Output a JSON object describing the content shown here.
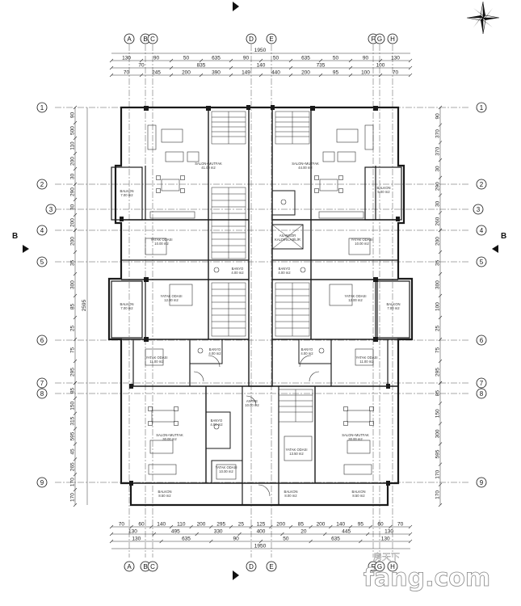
{
  "colors": {
    "wall": "#1a1a1a",
    "axis": "#444444",
    "watermark": "#ffffff"
  },
  "icons": {
    "compass": "north-arrow-star-icon"
  },
  "columns": [
    "A",
    "B",
    "C",
    "D",
    "E",
    "F",
    "G",
    "H"
  ],
  "rows": [
    "1",
    "2",
    "3",
    "4",
    "5",
    "6",
    "7",
    "8",
    "9"
  ],
  "section_mark": "B",
  "dims": {
    "top": {
      "total": "1950",
      "row1": [
        "130",
        "90",
        "50",
        "635",
        "90",
        "50",
        "635",
        "50",
        "90",
        "130"
      ],
      "row2": [
        "70",
        "835",
        "140",
        "735",
        "100"
      ],
      "row3": [
        "70",
        "245",
        "200",
        "390",
        "149",
        "440",
        "200",
        "95",
        "100",
        "70"
      ]
    },
    "bottom": {
      "row1": [
        "70",
        "60",
        "140",
        "110",
        "200",
        "295",
        "25",
        "125",
        "200",
        "85",
        "200",
        "140",
        "95",
        "60",
        "70"
      ],
      "row2": [
        "130",
        "495",
        "330",
        "400",
        "20",
        "445",
        "130"
      ],
      "row3": [
        "130",
        "635",
        "90",
        "50",
        "635",
        "130"
      ],
      "total": "1950"
    },
    "left": {
      "total": "2595",
      "top": [
        "90",
        "500",
        "110",
        "200",
        "30",
        "290",
        "30",
        "200"
      ],
      "mid": [
        "200",
        "35",
        "300",
        "85",
        "25",
        "75",
        "295"
      ],
      "low": [
        "85",
        "150",
        "315",
        "595",
        "45",
        "265",
        "170",
        "170"
      ]
    },
    "right": {
      "top": [
        "90",
        "370",
        "370",
        "30",
        "290",
        "30",
        "260"
      ],
      "mid": [
        "200",
        "35",
        "300",
        "100",
        "25",
        "75",
        "295"
      ],
      "low": [
        "85",
        "150",
        "300",
        "595",
        "170",
        "170"
      ]
    }
  },
  "rooms": {
    "salon_mutfak_nw": {
      "name": "SALON+MUTFAK",
      "area": "41.00 m2"
    },
    "salon_mutfak_ne": {
      "name": "SALON+MUTFAK",
      "area": "44.00 m2"
    },
    "balkon_w1": {
      "name": "BALKON",
      "area": "7.00 m2"
    },
    "balkon_e1": {
      "name": "BALKON",
      "area": "5.00 m2"
    },
    "yatak_w1": {
      "name": "YATAK ODASI",
      "area": "10.00 m2"
    },
    "yatak_e1": {
      "name": "YATAK ODASI",
      "area": "10.00 m2"
    },
    "asansor": {
      "name": "ASANSÖR",
      "sub": "KALDIRILABİLİR"
    },
    "banyo_w1": {
      "name": "BANYO",
      "area": "4.00 m2"
    },
    "banyo_e1": {
      "name": "BANYO",
      "area": "4.00 m2"
    },
    "balkon_w2": {
      "name": "BALKON",
      "area": "7.00 m2"
    },
    "balkon_e2": {
      "name": "BALKON",
      "area": "7.00 m2"
    },
    "yatak_w2": {
      "name": "YATAK ODASI",
      "area": "12.00 m2"
    },
    "yatak_e2": {
      "name": "YATAK ODASI",
      "area": "12.00 m2"
    },
    "yatak_w3": {
      "name": "YATAK ODASI",
      "area": "11.00 m2"
    },
    "yatak_e3": {
      "name": "YATAK ODASI",
      "area": "11.00 m2"
    },
    "banyo_w2": {
      "name": "BANYO",
      "area": "4.00 m2"
    },
    "banyo_e2": {
      "name": "BANYO",
      "area": "4.00 m2"
    },
    "antre": {
      "name": "ANTRE",
      "area": "10.00 m2"
    },
    "banyo_s": {
      "name": "BANYO",
      "area": "4.00 m2"
    },
    "salon_sw": {
      "name": "SALON+MUTFAK",
      "area": "30.00 m2"
    },
    "salon_se": {
      "name": "SALON+MUTFAK",
      "area": "30.00 m2"
    },
    "yatak_s": {
      "name": "YATAK ODASI",
      "area": "13.50 m2"
    },
    "yatak_sw": {
      "name": "YATAK ODASI",
      "area": "10.00 m2"
    },
    "balkon_sw": {
      "name": "BALKON",
      "area": "8.50 m2"
    },
    "balkon_sm": {
      "name": "BALKON",
      "area": "8.00 m2"
    },
    "balkon_se": {
      "name": "BALKON",
      "area": "8.50 m2"
    }
  },
  "watermark": {
    "line1": "房天下",
    "line2": "fang.com"
  }
}
